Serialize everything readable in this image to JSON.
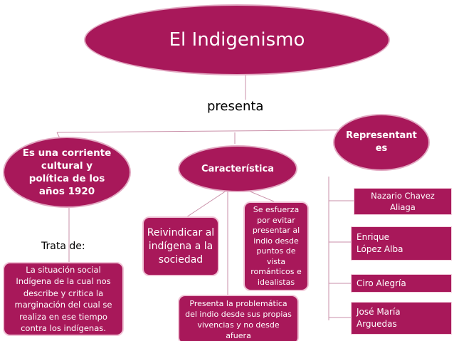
{
  "title": "El Indigenismo",
  "connector_presenta": "presenta",
  "left_node": "Es una corriente cultural y política de los años 1920",
  "trata_de": "Trata de:",
  "situacion": "La situación social Indígena de la cual nos describe y critica la marginación del cual se realiza en ese tiempo contra los indígenas.",
  "caracteristica": "Característica",
  "reivindicar": "Reivindicar al indígena a la sociedad",
  "esfuerza": "Se esfuerza por evitar presentar al indio desde puntos de vista románticos e idealistas",
  "presenta_problematica": "Presenta la problemática del indio desde sus propias vivencias y no desde afuera",
  "representantes": "Representantes",
  "representantes_lines": [
    "Representant",
    "es"
  ],
  "representantes_list": [
    "Nazario Chavez Aliaga",
    "Enrique López Alba",
    "Ciro Alegría",
    "José María Arguedas"
  ],
  "colors": {
    "node": "#a8185a",
    "line": "#c98fa8",
    "text": "#ffffff"
  }
}
